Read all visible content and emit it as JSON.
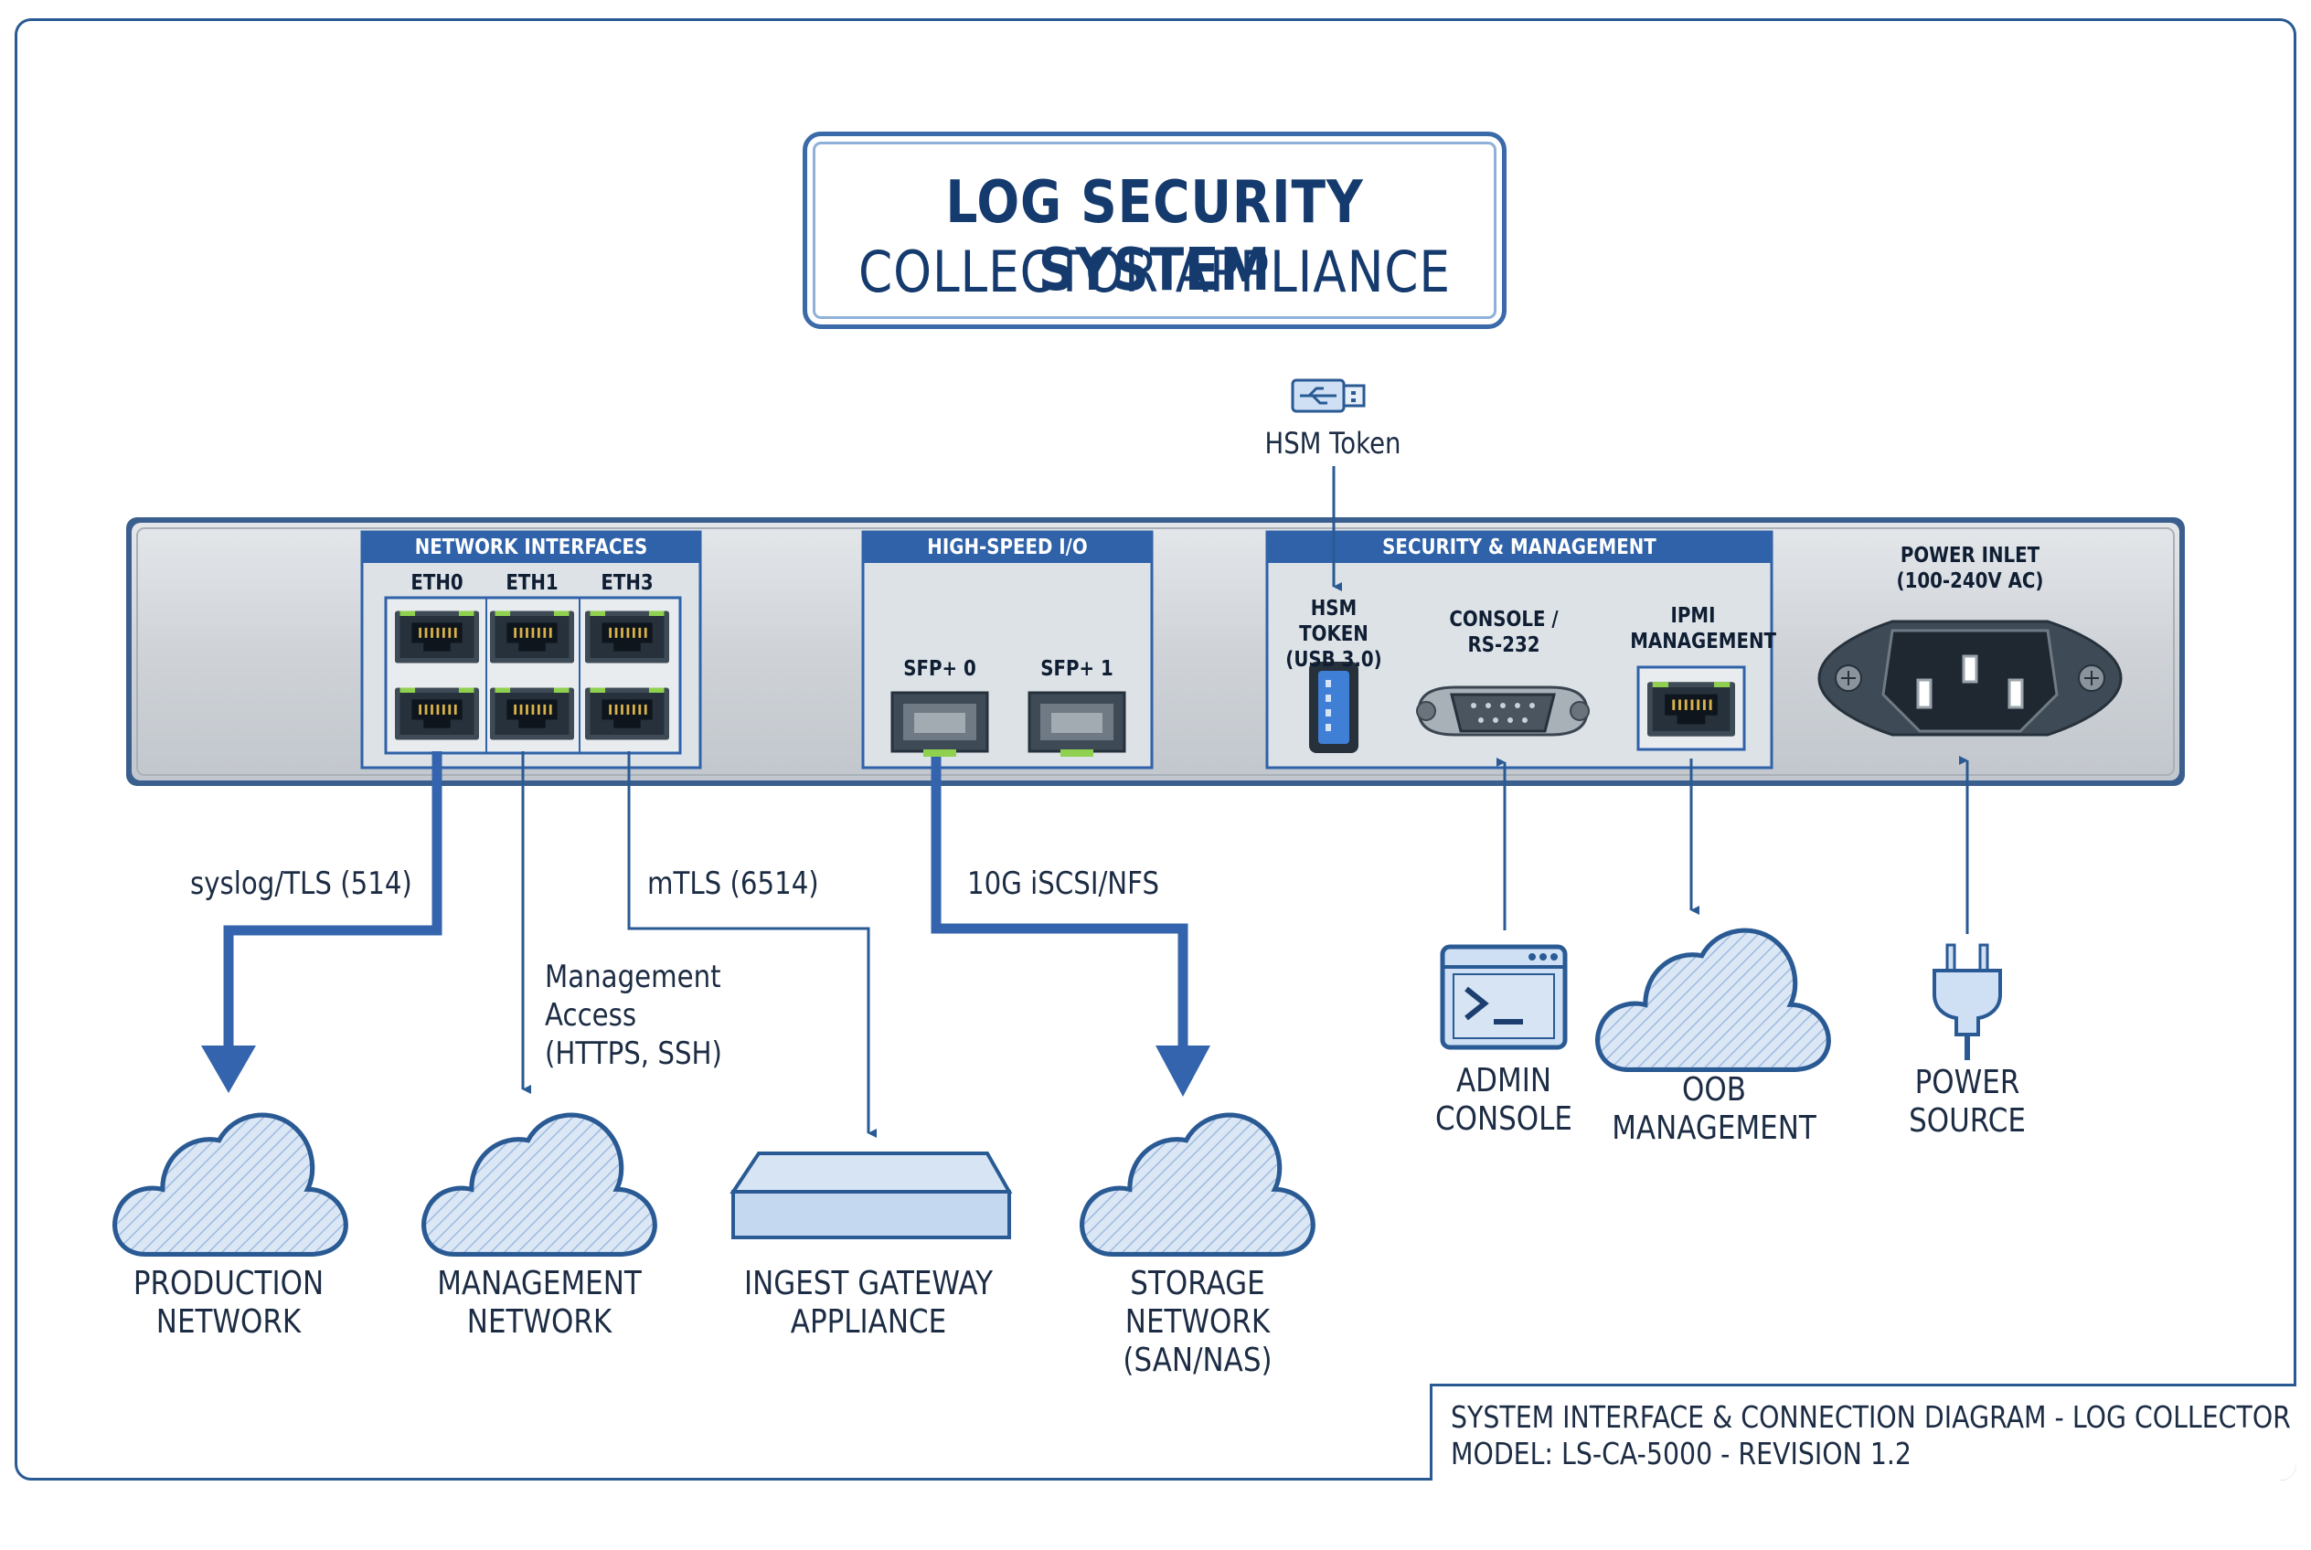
{
  "title": {
    "line1": "LOG SECURITY SYSTEM",
    "line2": "COLLECTOR APPLIANCE"
  },
  "panel": {
    "network_interfaces": {
      "header": "NETWORK INTERFACES",
      "ports": [
        "ETH0",
        "ETH1",
        "ETH3"
      ]
    },
    "high_speed_io": {
      "header": "HIGH-SPEED I/O",
      "ports": [
        "SFP+ 0",
        "SFP+ 1"
      ]
    },
    "security_management": {
      "header": "SECURITY & MANAGEMENT",
      "hsm_token": "HSM TOKEN\n(USB 3.0)",
      "console": "CONSOLE /\nRS-232",
      "ipmi": "IPMI\nMANAGEMENT"
    },
    "power_inlet": "POWER INLET\n(100-240V AC)"
  },
  "usb_token": {
    "label": "HSM Token",
    "icon": "usb-drive-icon"
  },
  "connections": {
    "syslog": "syslog/TLS (514)",
    "management": "Management\nAccess\n(HTTPS, SSH)",
    "mtls": "mTLS (6514)",
    "storage": "10G iSCSI/NFS"
  },
  "endpoints": {
    "production_network": "PRODUCTION\nNETWORK",
    "management_network": "MANAGEMENT\nNETWORK",
    "ingest_gateway": "INGEST GATEWAY\nAPPLIANCE",
    "storage_network": "STORAGE NETWORK\n(SAN/NAS)",
    "admin_console": "ADMIN\nCONSOLE",
    "oob_management": "OOB\nMANAGEMENT",
    "power_source": "POWER\nSOURCE"
  },
  "footer": {
    "line1": "SYSTEM INTERFACE & CONNECTION DIAGRAM - LOG COLLECTOR",
    "line2": "MODEL: LS-CA-5000 - REVISION 1.2"
  },
  "colors": {
    "primary": "#2a5a94",
    "arrow": "#3464ad",
    "panel": "#d4d8dd",
    "cloud_fill": "#d6e4f4",
    "header_bar": "#2f62a8",
    "led": "#8fd14f"
  }
}
